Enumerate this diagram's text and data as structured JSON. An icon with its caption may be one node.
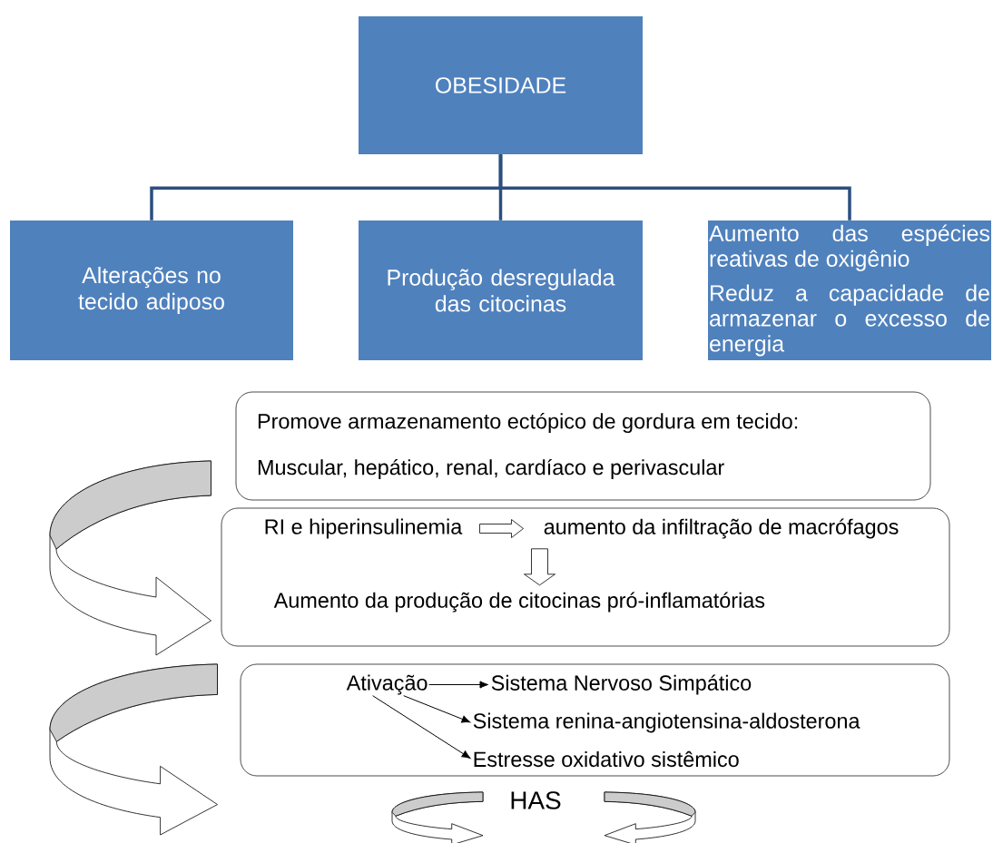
{
  "diagram": {
    "nodes": [
      {
        "text": [
          "OBESIDADE"
        ]
      },
      {
        "text": [
          "Alterações no tecido adiposo"
        ]
      },
      {
        "text": [
          "Produção desregulada das citocinas"
        ]
      },
      {
        "text": [
          "Aumento das espécies reativas de oxigênio",
          "Reduz a capacidade de armazenar o excesso de energia"
        ]
      },
      {
        "text": [
          "Promove armazenamento ectópico de gordura em tecido:",
          "Muscular, hepático, renal, cardíaco e perivascular"
        ]
      },
      {
        "text": [],
        "shape": "box"
      },
      {
        "text": [
          "RI e hiperinsulinemia"
        ],
        "in": 5
      },
      {
        "text": [
          "aumento da infiltração de macrófagos"
        ],
        "in": 5
      },
      {
        "text": [
          "Aumento da produção de citocinas pró-inflamatórias"
        ],
        "in": 5
      },
      {
        "text": [],
        "shape": "box"
      },
      {
        "text": [
          "Ativação"
        ],
        "in": 9
      },
      {
        "text": [
          "Sistema Nervoso Simpático"
        ],
        "in": 9
      },
      {
        "text": [
          "Sistema renina-angiotensina-aldosterona"
        ],
        "in": 9
      },
      {
        "text": [
          "Estresse oxidativo sistêmico"
        ],
        "in": 9
      }
    ],
    "edges": [
      {
        "from": 0,
        "to": 1,
        "arrow": "none",
        "style": "thick",
        "color": "#2b4f7e"
      },
      {
        "from": 0,
        "to": 2,
        "arrow": "none",
        "style": "thick",
        "color": "#2b4f7e"
      },
      {
        "from": 0,
        "to": 3,
        "arrow": "none",
        "style": "thick",
        "color": "#2b4f7e"
      },
      {
        "from": 4,
        "to": 5,
        "arrow": "to"
      },
      {
        "from": 5,
        "to": 9,
        "arrow": "to"
      },
      {
        "from": 6,
        "to": 7,
        "arrow": "to"
      },
      {
        "from": 7,
        "to": 8,
        "arrow": "to"
      },
      {
        "from": 10,
        "to": 11,
        "arrow": "to",
        "color": "#000000"
      },
      {
        "from": 10,
        "to": 12,
        "arrow": "to",
        "color": "#000000"
      },
      {
        "from": 10,
        "to": 13,
        "arrow": "to",
        "color": "#000000"
      }
    ],
    "labels": [
      "HAS"
    ]
  }
}
